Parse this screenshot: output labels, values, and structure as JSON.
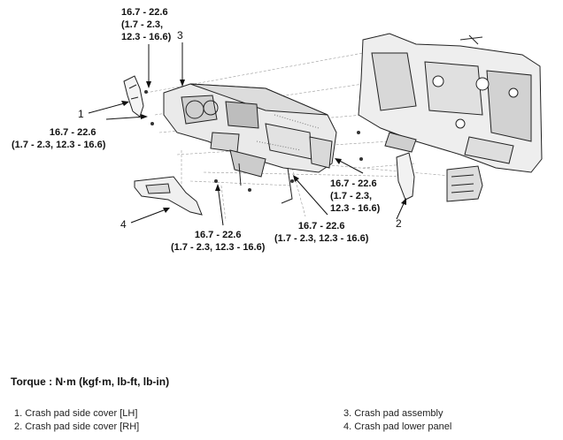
{
  "callouts": {
    "top": {
      "line1": "16.7 - 22.6",
      "line2": "(1.7 - 2.3,",
      "line3": "12.3 - 16.6)"
    },
    "left": {
      "line1": "16.7 - 22.6",
      "line2": "(1.7 - 2.3, 12.3 - 16.6)"
    },
    "right": {
      "line1": "16.7 - 22.6",
      "line2": "(1.7 - 2.3,",
      "line3": "12.3 - 16.6)"
    },
    "bottom_mid": {
      "line1": "16.7 - 22.6",
      "line2": "(1.7 - 2.3, 12.3 - 16.6)"
    },
    "bottom_left": {
      "line1": "16.7 - 22.6",
      "line2": "(1.7 - 2.3, 12.3 - 16.6)"
    }
  },
  "part_numbers": {
    "n1": "1",
    "n2": "2",
    "n3": "3",
    "n4": "4"
  },
  "torque_label": "Torque : N·m (kgf·m, lb-ft, lb-in)",
  "legend": [
    "1. Crash pad side cover [LH]",
    "2. Crash pad side cover [RH]",
    "3. Crash pad assembly",
    "4. Crash pad lower panel"
  ]
}
